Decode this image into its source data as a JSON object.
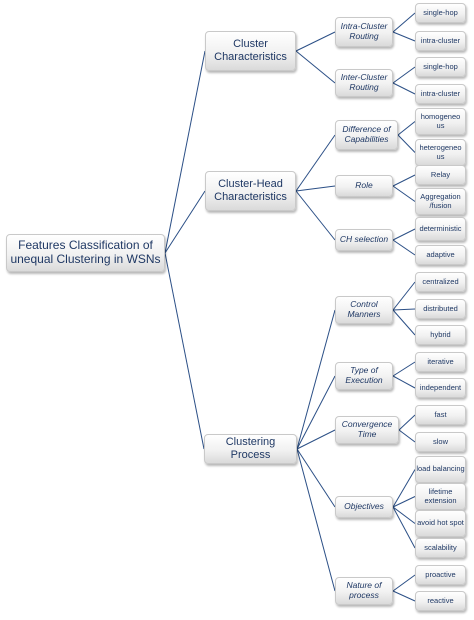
{
  "root": {
    "label": "Features Classification of unequal Clustering in WSNs"
  },
  "categories": [
    {
      "label": "Cluster Characteristics",
      "features": [
        {
          "label": "Intra-Cluster Routing",
          "options": [
            "single-hop",
            "intra-cluster"
          ]
        },
        {
          "label": "Inter-Cluster Routing",
          "options": [
            "single-hop",
            "intra-cluster"
          ]
        }
      ]
    },
    {
      "label": "Cluster-Head Characteristics",
      "features": [
        {
          "label": "Difference of Capabilities",
          "options": [
            "homogeneous",
            "heterogeneous"
          ]
        },
        {
          "label": "Role",
          "options": [
            "Relay",
            "Aggregation /fusion"
          ]
        },
        {
          "label": "CH selection",
          "options": [
            "deterministic",
            "adaptive"
          ]
        }
      ]
    },
    {
      "label": "Clustering Process",
      "features": [
        {
          "label": "Control Manners",
          "options": [
            "centralized",
            "distributed",
            "hybrid"
          ]
        },
        {
          "label": "Type of Execution",
          "options": [
            "iterative",
            "independent"
          ]
        },
        {
          "label": "Convergence Time",
          "options": [
            "fast",
            "slow"
          ]
        },
        {
          "label": "Objectives",
          "options": [
            "load balancing",
            "lifetime extension",
            "avoid hot spot",
            "scalability"
          ]
        },
        {
          "label": "Nature of process",
          "options": [
            "proactive",
            "reactive"
          ]
        }
      ]
    }
  ]
}
